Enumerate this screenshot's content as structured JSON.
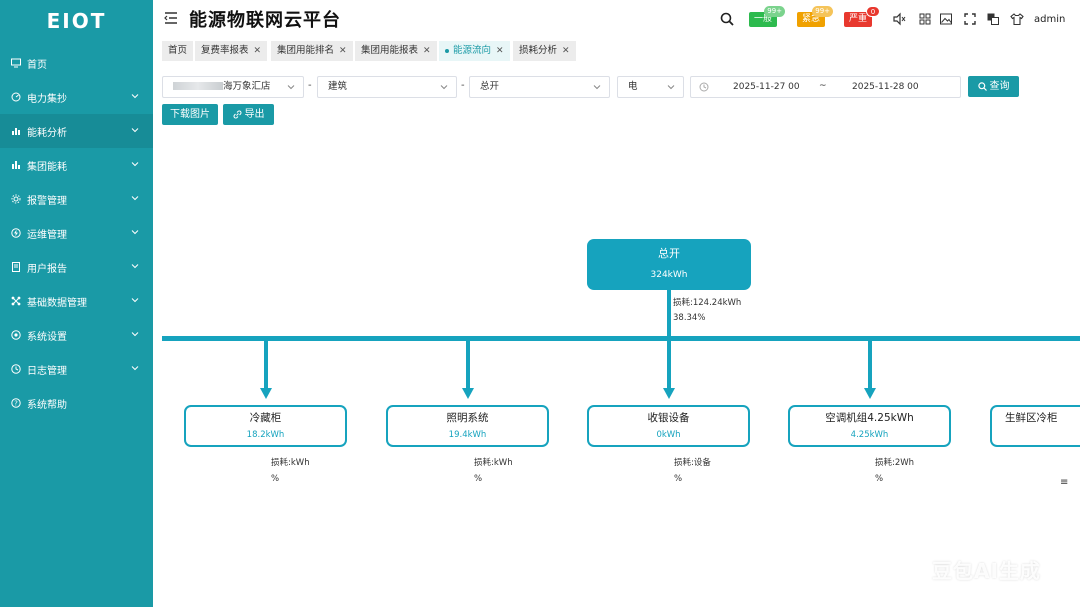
{
  "app": {
    "logo": "EIOT",
    "title": "能源物联网云平台"
  },
  "sidebar": {
    "items": [
      {
        "label": "首页",
        "icon": "monitor-icon"
      },
      {
        "label": "电力集抄",
        "icon": "gauge-icon"
      },
      {
        "label": "能耗分析",
        "icon": "bar-chart-icon"
      },
      {
        "label": "集团能耗",
        "icon": "bar-chart-icon"
      },
      {
        "label": "报警管理",
        "icon": "gear-icon"
      },
      {
        "label": "运维管理",
        "icon": "bolt-icon"
      },
      {
        "label": "用户报告",
        "icon": "document-icon"
      },
      {
        "label": "基础数据管理",
        "icon": "network-icon"
      },
      {
        "label": "系统设置",
        "icon": "settings-icon"
      },
      {
        "label": "日志管理",
        "icon": "clock-icon"
      },
      {
        "label": "系统帮助",
        "icon": "help-icon"
      }
    ],
    "active_index": 2
  },
  "header": {
    "alarms": [
      {
        "label": "一般",
        "count": "99+",
        "color": "#2dba4e"
      },
      {
        "label": "紧急",
        "count": "99+",
        "color": "#f0a100"
      },
      {
        "label": "严重",
        "count": "0",
        "color": "#e8382e"
      }
    ],
    "user": "admin"
  },
  "tabs": [
    {
      "label": "首页",
      "closable": false
    },
    {
      "label": "复费率报表",
      "closable": true
    },
    {
      "label": "集团用能排名",
      "closable": true
    },
    {
      "label": "集团用能报表",
      "closable": true
    },
    {
      "label": "能源流向",
      "closable": true,
      "active": true
    },
    {
      "label": "损耗分析",
      "closable": true
    }
  ],
  "filters": {
    "site": "海万象汇店",
    "category": "建筑",
    "meter": "总开",
    "energy_type": "电",
    "separator": "-",
    "date_start": "2025-11-27 00",
    "date_sep": "~",
    "date_end": "2025-11-28 00",
    "query_label": "查询",
    "download_label": "下载图片",
    "export_label": "导出"
  },
  "flow": {
    "root": {
      "name": "总开",
      "value": "324kWh",
      "loss_line1": "损耗:124.24kWh",
      "loss_line2": "38.34%"
    },
    "children": [
      {
        "name": "冷藏柜",
        "value": "18.2kWh",
        "loss_line1": "损耗:kWh",
        "loss_line2": "%"
      },
      {
        "name": "照明系统",
        "value": "19.4kWh",
        "loss_line1": "损耗:kWh",
        "loss_line2": "%"
      },
      {
        "name": "收银设备",
        "value": "0kWh",
        "loss_line1": "损耗:设备",
        "loss_line2": "%"
      },
      {
        "name": "空调机组4.25kWh",
        "value": "4.25kWh",
        "loss_line1": "损耗:2Wh",
        "loss_line2": "%"
      },
      {
        "name": "生鲜区冷柜",
        "value": "",
        "loss_line1": "",
        "loss_line2": ""
      }
    ],
    "line_color": "#16a3be",
    "scroll_hint": "≡"
  },
  "watermark": "豆包AI生成"
}
